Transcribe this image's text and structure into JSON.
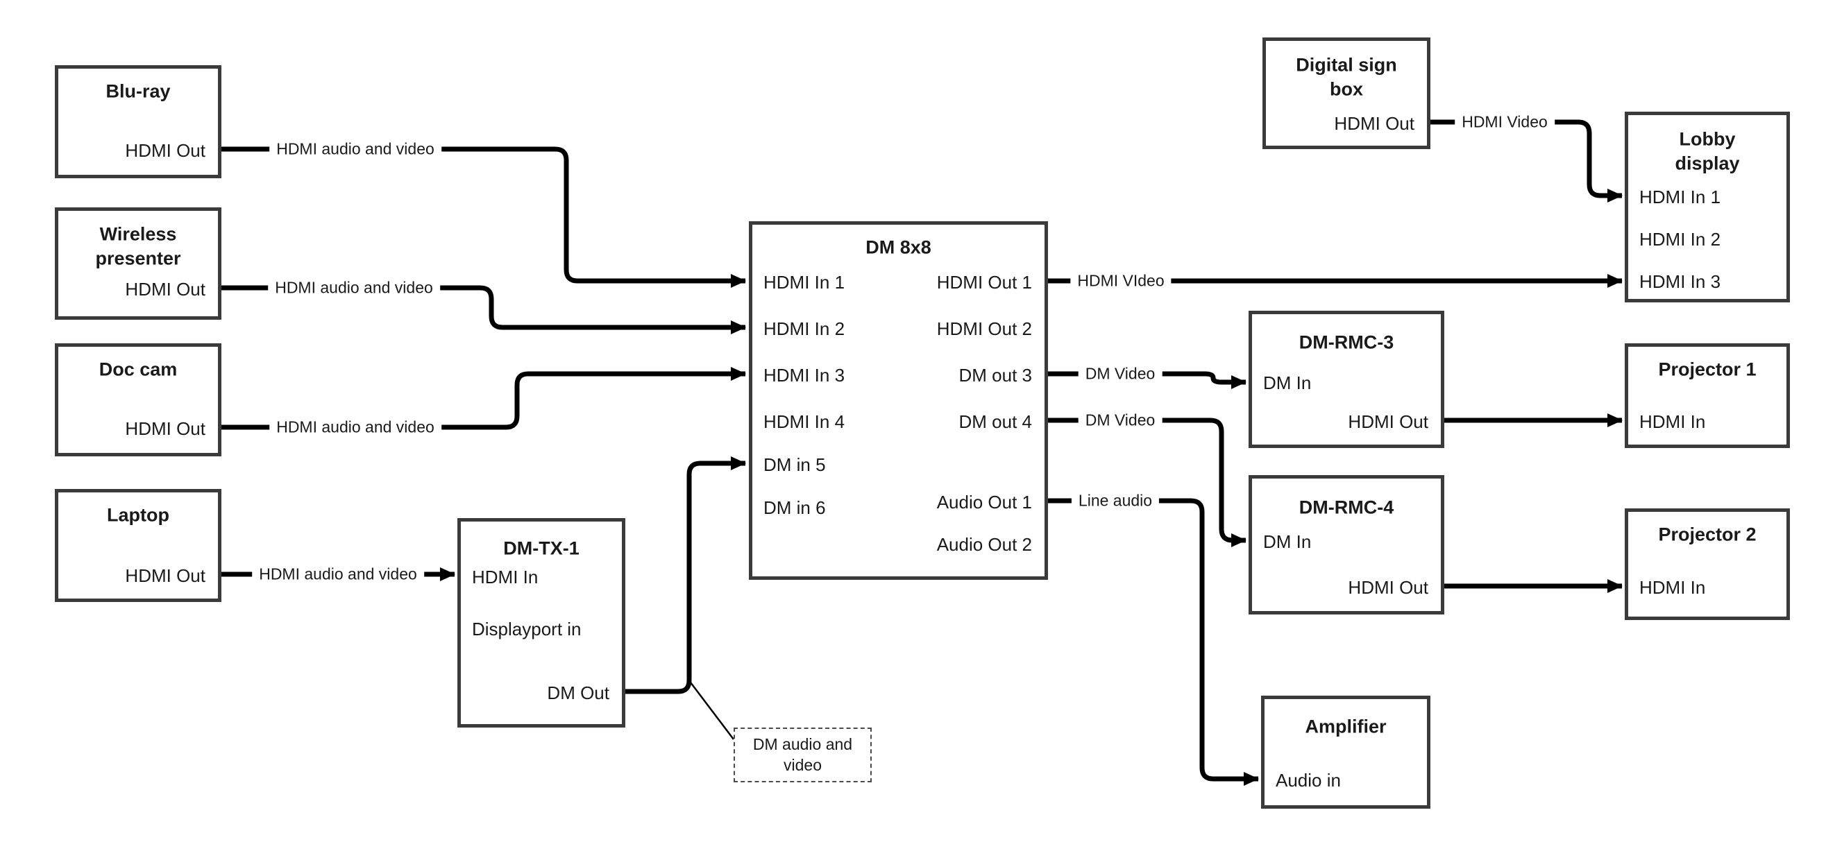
{
  "nodes": {
    "bluray": {
      "title": "Blu-ray",
      "hdmi_out": "HDMI Out"
    },
    "wireless": {
      "title": "Wireless presenter",
      "hdmi_out": "HDMI Out"
    },
    "doccam": {
      "title": "Doc cam",
      "hdmi_out": "HDMI Out"
    },
    "laptop": {
      "title": "Laptop",
      "hdmi_out": "HDMI Out"
    },
    "dmtx1": {
      "title": "DM-TX-1",
      "hdmi_in": "HDMI In",
      "displayport_in": "Displayport in",
      "dm_out": "DM Out"
    },
    "dm8x8": {
      "title": "DM 8x8",
      "hdmi_in1": "HDMI In 1",
      "hdmi_in2": "HDMI In 2",
      "hdmi_in3": "HDMI In 3",
      "hdmi_in4": "HDMI In 4",
      "dm_in5": "DM in 5",
      "dm_in6": "DM in 6",
      "hdmi_out1": "HDMI Out 1",
      "hdmi_out2": "HDMI Out 2",
      "dm_out3": "DM out 3",
      "dm_out4": "DM out 4",
      "audio_out1": "Audio Out 1",
      "audio_out2": "Audio Out 2"
    },
    "signbox": {
      "title": "Digital sign box",
      "hdmi_out": "HDMI Out"
    },
    "lobby": {
      "title": "Lobby display",
      "hdmi_in1": "HDMI In 1",
      "hdmi_in2": "HDMI In 2",
      "hdmi_in3": "HDMI In 3"
    },
    "rmc3": {
      "title": "DM-RMC-3",
      "dm_in": "DM In",
      "hdmi_out": "HDMI Out"
    },
    "proj1": {
      "title": "Projector 1",
      "hdmi_in": "HDMI In"
    },
    "rmc4": {
      "title": "DM-RMC-4",
      "dm_in": "DM In",
      "hdmi_out": "HDMI Out"
    },
    "proj2": {
      "title": "Projector 2",
      "hdmi_in": "HDMI In"
    },
    "amp": {
      "title": "Amplifier",
      "audio_in": "Audio in"
    }
  },
  "connections": {
    "bluray_label": "HDMI audio and video",
    "wireless_label": "HDMI audio and video",
    "doccam_label": "HDMI audio and video",
    "laptop_label": "HDMI audio and video",
    "hdmi_out1_label": "HDMI VIdeo",
    "dm_out3_label": "DM Video",
    "dm_out4_label": "DM Video",
    "audio_out1_label": "Line audio",
    "signbox_label": "HDMI Video"
  },
  "note": {
    "text": "DM audio and video"
  },
  "colors": {
    "line": "#000000",
    "box_border": "#3b3b3b",
    "background": "#ffffff",
    "text": "#1a1a1a"
  }
}
